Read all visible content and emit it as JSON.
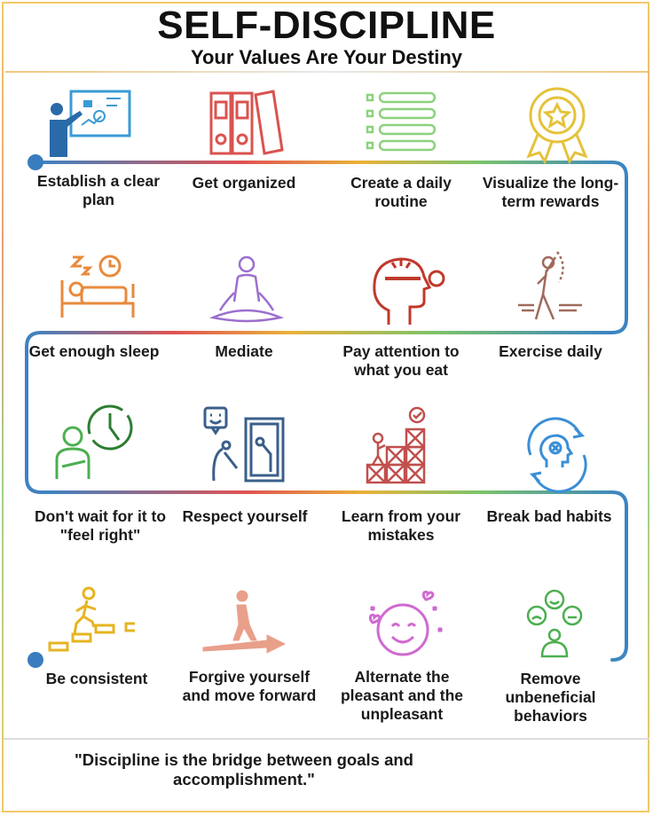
{
  "header": {
    "title": "SELF-DISCIPLINE",
    "subtitle": "Your Values Are Your Destiny"
  },
  "steps": [
    {
      "label": "Establish a clear plan",
      "icon": "presentation-board-icon",
      "color": "#3a9bd5"
    },
    {
      "label": "Get organized",
      "icon": "binders-icon",
      "color": "#d9534f"
    },
    {
      "label": "Create a daily routine",
      "icon": "checklist-icon",
      "color": "#8cd17d"
    },
    {
      "label": "Visualize the long- term rewards",
      "icon": "award-ribbon-icon",
      "color": "#e5c23b"
    },
    {
      "label": "Get enough sleep",
      "icon": "bed-clock-icon",
      "color": "#e88a3c"
    },
    {
      "label": "Mediate",
      "icon": "meditation-icon",
      "color": "#9b6fcf"
    },
    {
      "label": "Pay attention to what you eat",
      "icon": "head-key-icon",
      "color": "#c0392b"
    },
    {
      "label": "Exercise daily",
      "icon": "stretching-icon",
      "color": "#a06a5b"
    },
    {
      "label": "Don't wait for it to \"feel right\"",
      "icon": "waiting-clock-icon",
      "color": "#4caf50"
    },
    {
      "label": "Respect yourself",
      "icon": "mirror-bow-icon",
      "color": "#3b5f8a"
    },
    {
      "label": "Learn from your mistakes",
      "icon": "crate-stairs-icon",
      "color": "#c0504d"
    },
    {
      "label": "Break bad habits",
      "icon": "cycle-head-icon",
      "color": "#3a8fd6"
    },
    {
      "label": "Be consistent",
      "icon": "climbing-steps-icon",
      "color": "#e6b422"
    },
    {
      "label": "Forgive yourself and move forward",
      "icon": "walking-arrow-icon",
      "color": "#e8a08a"
    },
    {
      "label": "Alternate the pleasant and the unpleasant",
      "icon": "smiley-sparkle-icon",
      "color": "#d06ad0"
    },
    {
      "label": "Remove unbeneficial behaviors",
      "icon": "emotions-person-icon",
      "color": "#4caf50"
    }
  ],
  "quote": "\"Discipline is the bridge between goals and accomplishment.\"",
  "colors": {
    "path_gradient": [
      "#3a84c4",
      "#e05252",
      "#e9b23a",
      "#7cc36a",
      "#3a84c4"
    ],
    "dot": "#3a7dbf"
  }
}
